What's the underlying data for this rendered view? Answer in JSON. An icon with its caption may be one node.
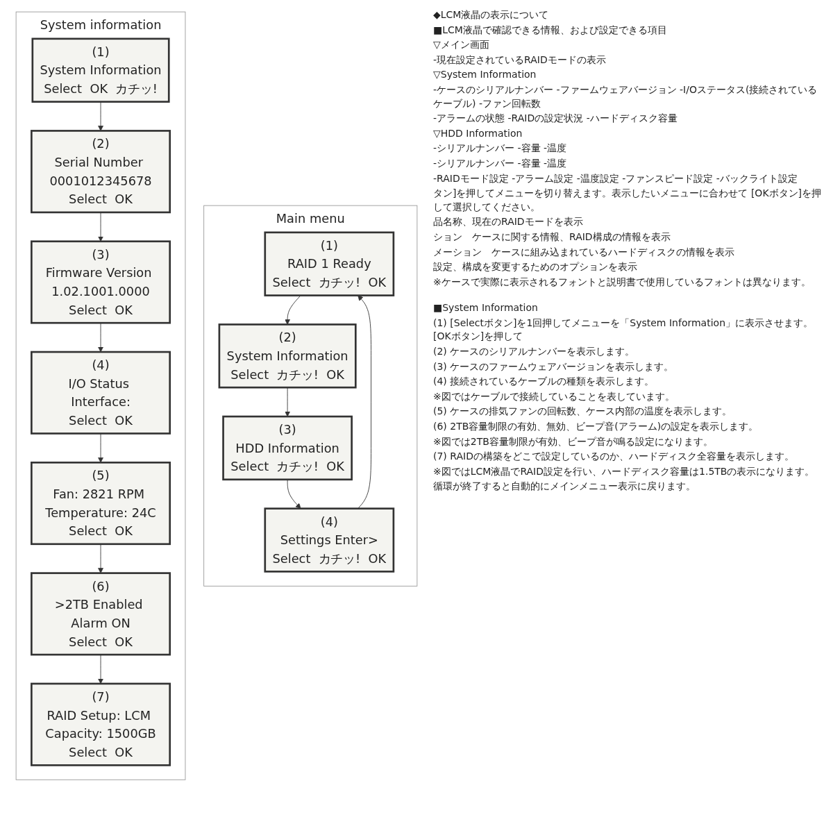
{
  "diagram": {
    "nodes": [
      {
        "text": [
          "Main menu"
        ]
      },
      {
        "text": [
          "(1)",
          "RAID 1 Ready",
          "Select",
          "カチッ!",
          "OK"
        ],
        "in": 0
      },
      {
        "text": [
          "(2)",
          "System Information",
          "Select",
          "カチッ!",
          "OK"
        ],
        "in": 0
      },
      {
        "text": [
          "(3)",
          "HDD Information",
          "Select",
          "カチッ!",
          "OK"
        ],
        "in": 0
      },
      {
        "text": [
          "(4)",
          "Settings Enter>",
          "Select",
          "カチッ!",
          "OK"
        ],
        "in": 0
      },
      {
        "text": [
          "System information"
        ]
      },
      {
        "text": [
          "(1)",
          "System Information",
          "Select",
          "OK",
          "カチッ!"
        ],
        "in": 5
      },
      {
        "text": [
          "(2)",
          "Serial Number 0001012345678",
          "Select",
          "OK"
        ],
        "in": 5
      },
      {
        "text": [
          "(3)",
          "Firmware Version 1.02.1001.0000",
          "Select",
          "OK"
        ],
        "in": 5
      },
      {
        "text": [
          "(4)",
          "I/O Status Interface:",
          "Select",
          "OK"
        ],
        "in": 5
      },
      {
        "text": [
          "(5)",
          "Fan: 2821 RPM Temperature: 24C",
          "Select",
          "OK"
        ],
        "in": 5
      },
      {
        "text": [
          "(6)",
          ">2TB Enabled Alarm ON",
          "Select",
          "OK"
        ],
        "in": 5
      },
      {
        "text": [
          "(7)",
          "RAID Setup: LCM Capacity: 1500GB",
          "Select",
          "OK"
        ],
        "in": 5
      }
    ],
    "edges": [
      {
        "from": 1,
        "to": 2,
        "arrow": "to"
      },
      {
        "from": 2,
        "to": 3,
        "arrow": "to"
      },
      {
        "from": 3,
        "to": 4,
        "arrow": "to"
      },
      {
        "from": 4,
        "to": 1,
        "arrow": "to"
      },
      {
        "from": 6,
        "to": 7,
        "arrow": "to"
      },
      {
        "from": 7,
        "to": 8,
        "arrow": "to"
      },
      {
        "from": 8,
        "to": 9,
        "arrow": "to"
      },
      {
        "from": 9,
        "to": 10,
        "arrow": "to"
      },
      {
        "from": 10,
        "to": 11,
        "arrow": "to"
      },
      {
        "from": 11,
        "to": 12,
        "arrow": "to"
      }
    ],
    "labels": [
      "◆LCM液晶の表示について",
      "■LCM液晶で確認できる情報、および設定できる項目",
      "▽メイン画面",
      "-現在設定されているRAIDモードの表示",
      "▽System Information",
      "-ケースのシリアルナンバー -ファームウェアバージョン -I/Oステータス(接続されているケーブル) -ファン回転数",
      "-アラームの状態 -RAIDの設定状況 -ハードディスク容量",
      "▽HDD Information",
      "-シリアルナンバー -容量 -温度",
      "-シリアルナンバー -容量 -温度",
      "-RAIDモード設定 -アラーム設定 -温度設定 -ファンスピード設定 -バックライト設定",
      "タン]を押してメニューを切り替えます。表示したいメニューに合わせて [OKボタン]を押して選択してください。",
      "品名称、現在のRAIDモードを表示",
      "ション　ケースに関する情報、RAID構成の情報を表示",
      "メーション　ケースに組み込まれているハードディスクの情報を表示",
      "設定、構成を変更するためのオプションを表示",
      "※ケースで実際に表示されるフォントと説明書で使用しているフォントは異なります。",
      "■System Information",
      "(1) [Selectボタン]を1回押してメニューを「System Information」に表示させます。[OKボタン]を押して",
      "(2) ケースのシリアルナンバーを表示します。",
      "(3) ケースのファームウェアバージョンを表示します。",
      "(4) 接続されているケーブルの種類を表示します。",
      "※図ではケーブルで接続していることを表しています。",
      "(5) ケースの排気ファンの回転数、ケース内部の温度を表示します。",
      "(6) 2TB容量制限の有効、無効、ビープ音(アラーム)の設定を表示します。",
      "※図では2TB容量制限が有効、ビープ音が鳴る設定になります。",
      "(7) RAIDの構築をどこで設定しているのか、ハードディスク全容量を表示します。",
      "※図ではLCM液晶でRAID設定を行い、ハードディスク容量は1.5TBの表示になります。",
      "循環が終了すると自動的にメインメニュー表示に戻ります。"
    ]
  }
}
